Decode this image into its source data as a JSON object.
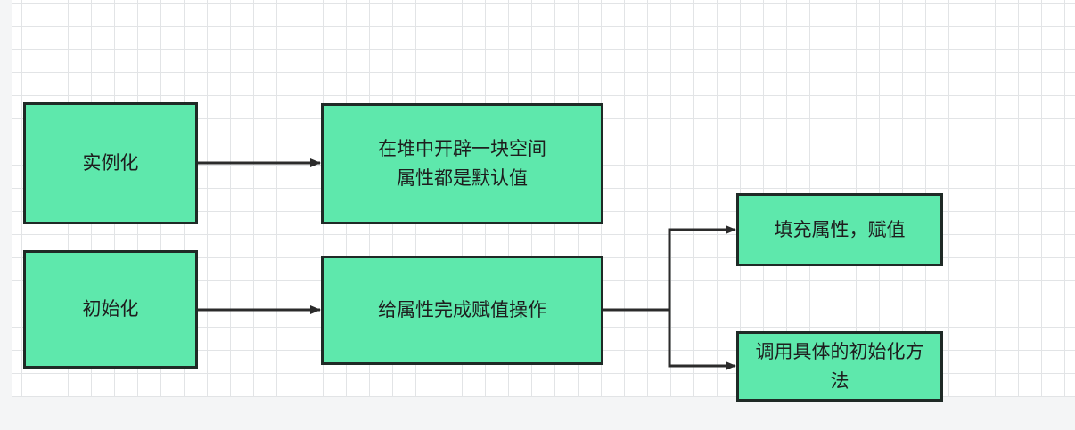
{
  "diagram": {
    "nodes": {
      "instantiate": "实例化",
      "heap": "在堆中开辟一块空间\n属性都是默认值",
      "initialize": "初始化",
      "assign": "给属性完成赋值操作",
      "fill": "填充属性，赋值",
      "init_method": "调用具体的初始化方法"
    },
    "edges": [
      {
        "from": "instantiate",
        "to": "heap"
      },
      {
        "from": "initialize",
        "to": "assign"
      },
      {
        "from": "assign",
        "to": "fill"
      },
      {
        "from": "assign",
        "to": "init_method"
      }
    ],
    "colors": {
      "node_fill": "#5ee8ac",
      "node_border": "#1f2a26",
      "edge": "#2b2b2b",
      "grid": "#e2e4e6"
    }
  }
}
